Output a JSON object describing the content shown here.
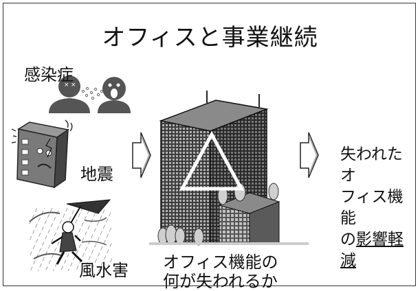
{
  "title": "オフィスと事業継続",
  "labels": {
    "infection": "感染症",
    "earthquake": "地震",
    "storm": "風水害"
  },
  "caption": {
    "line1": "オフィス機能の",
    "line2": "何が失われるか"
  },
  "result": {
    "line1": "失われたオ",
    "line2": "フィス機能",
    "line3_prefix": "の",
    "line3_underlined": "影響軽減"
  },
  "icons": {
    "people": "people-coughing-icon",
    "quake_building": "cracked-building-icon",
    "storm_person": "person-in-wind-icon",
    "tower": "office-tower-icon",
    "triangle": "warning-triangle-icon"
  }
}
